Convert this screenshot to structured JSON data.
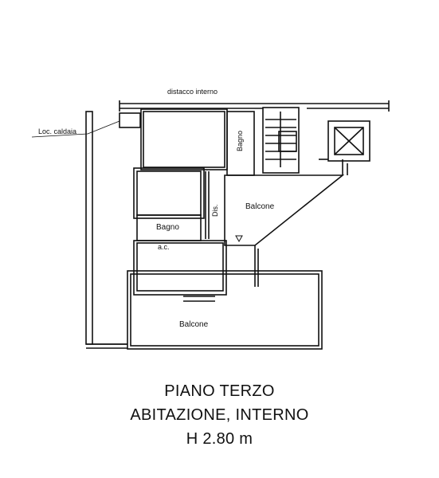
{
  "labels": {
    "distacco": "distacco interno",
    "caldaia": "Loc. caldaia",
    "bagno_top": "Bagno",
    "dis": "Dis.",
    "balcone_mid": "Balcone",
    "bagno_mid": "Bagno",
    "ac": "a.c.",
    "balcone_bottom": "Balcone"
  },
  "caption": {
    "line1": "PIANO TERZO",
    "line2": "ABITAZIONE, INTERNO",
    "line3": "H 2.80 m"
  }
}
